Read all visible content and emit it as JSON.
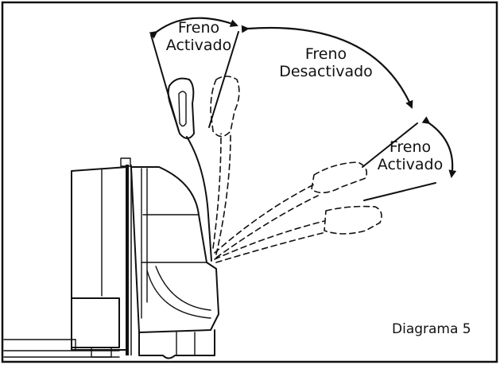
{
  "diagram": {
    "labels": {
      "brake_on_top_line1": "Freno",
      "brake_on_top_line2": "Activado",
      "brake_off_line1": "Freno",
      "brake_off_line2": "Desactivado",
      "brake_on_low_line1": "Freno",
      "brake_on_low_line2": "Activado",
      "caption": "Diagrama 5"
    }
  }
}
